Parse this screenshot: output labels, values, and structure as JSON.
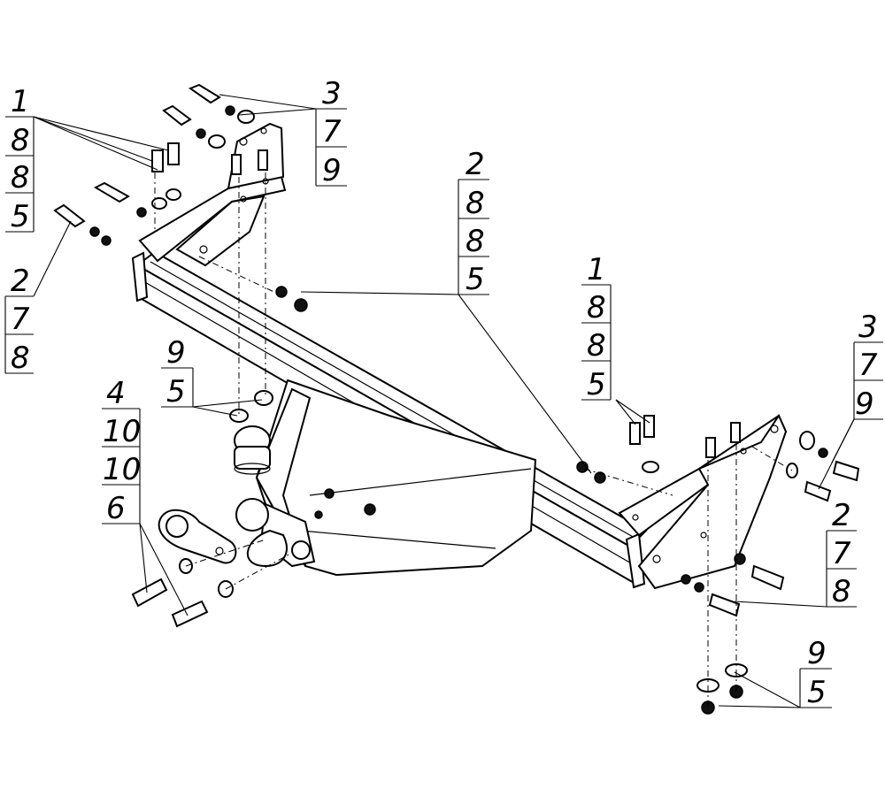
{
  "callouts": [
    {
      "id": "c1",
      "rows": [
        "1",
        "8",
        "8",
        "5"
      ]
    },
    {
      "id": "c2",
      "rows": [
        "2",
        "7",
        "8"
      ]
    },
    {
      "id": "c3",
      "rows": [
        "3",
        "7",
        "9"
      ]
    },
    {
      "id": "c4",
      "rows": [
        "2",
        "8",
        "8",
        "5"
      ]
    },
    {
      "id": "c5",
      "rows": [
        "1",
        "8",
        "8",
        "5"
      ]
    },
    {
      "id": "c6",
      "rows": [
        "3",
        "7",
        "9"
      ]
    },
    {
      "id": "c7",
      "rows": [
        "2",
        "7",
        "8"
      ]
    },
    {
      "id": "c8",
      "rows": [
        "9",
        "5"
      ]
    },
    {
      "id": "c9",
      "rows": [
        "4",
        "10",
        "10",
        "6"
      ]
    },
    {
      "id": "c10",
      "rows": [
        "9",
        "5"
      ]
    }
  ]
}
